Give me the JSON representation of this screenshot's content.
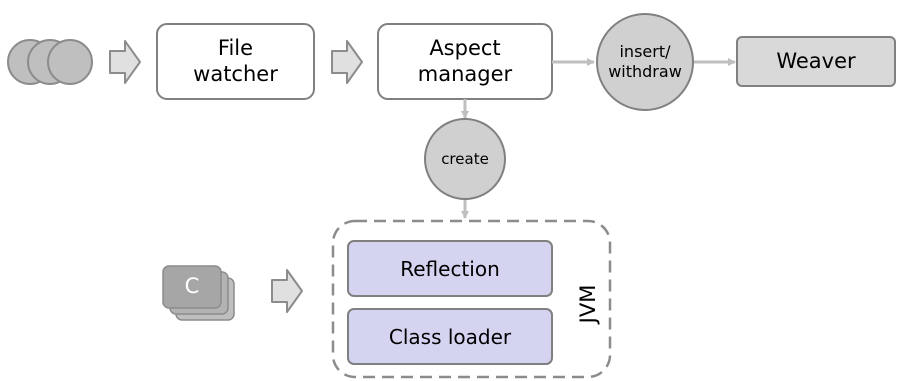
{
  "nodes": {
    "file_watcher": "File\nwatcher",
    "aspect_manager": "Aspect\nmanager",
    "insert_withdraw": "insert/\nwithdraw",
    "weaver": "Weaver",
    "create": "create",
    "reflection": "Reflection",
    "class_loader": "Class loader",
    "jvm": "JVM",
    "class_icon_letter": "C"
  },
  "colors": {
    "box_border": "#808080",
    "gray_fill": "#d9d9d9",
    "circle_fill": "#d0d0d0",
    "purple_fill": "#d4d4f0",
    "arrow_gray": "#bfbfbf",
    "class_icon": "#a6a6a6"
  }
}
